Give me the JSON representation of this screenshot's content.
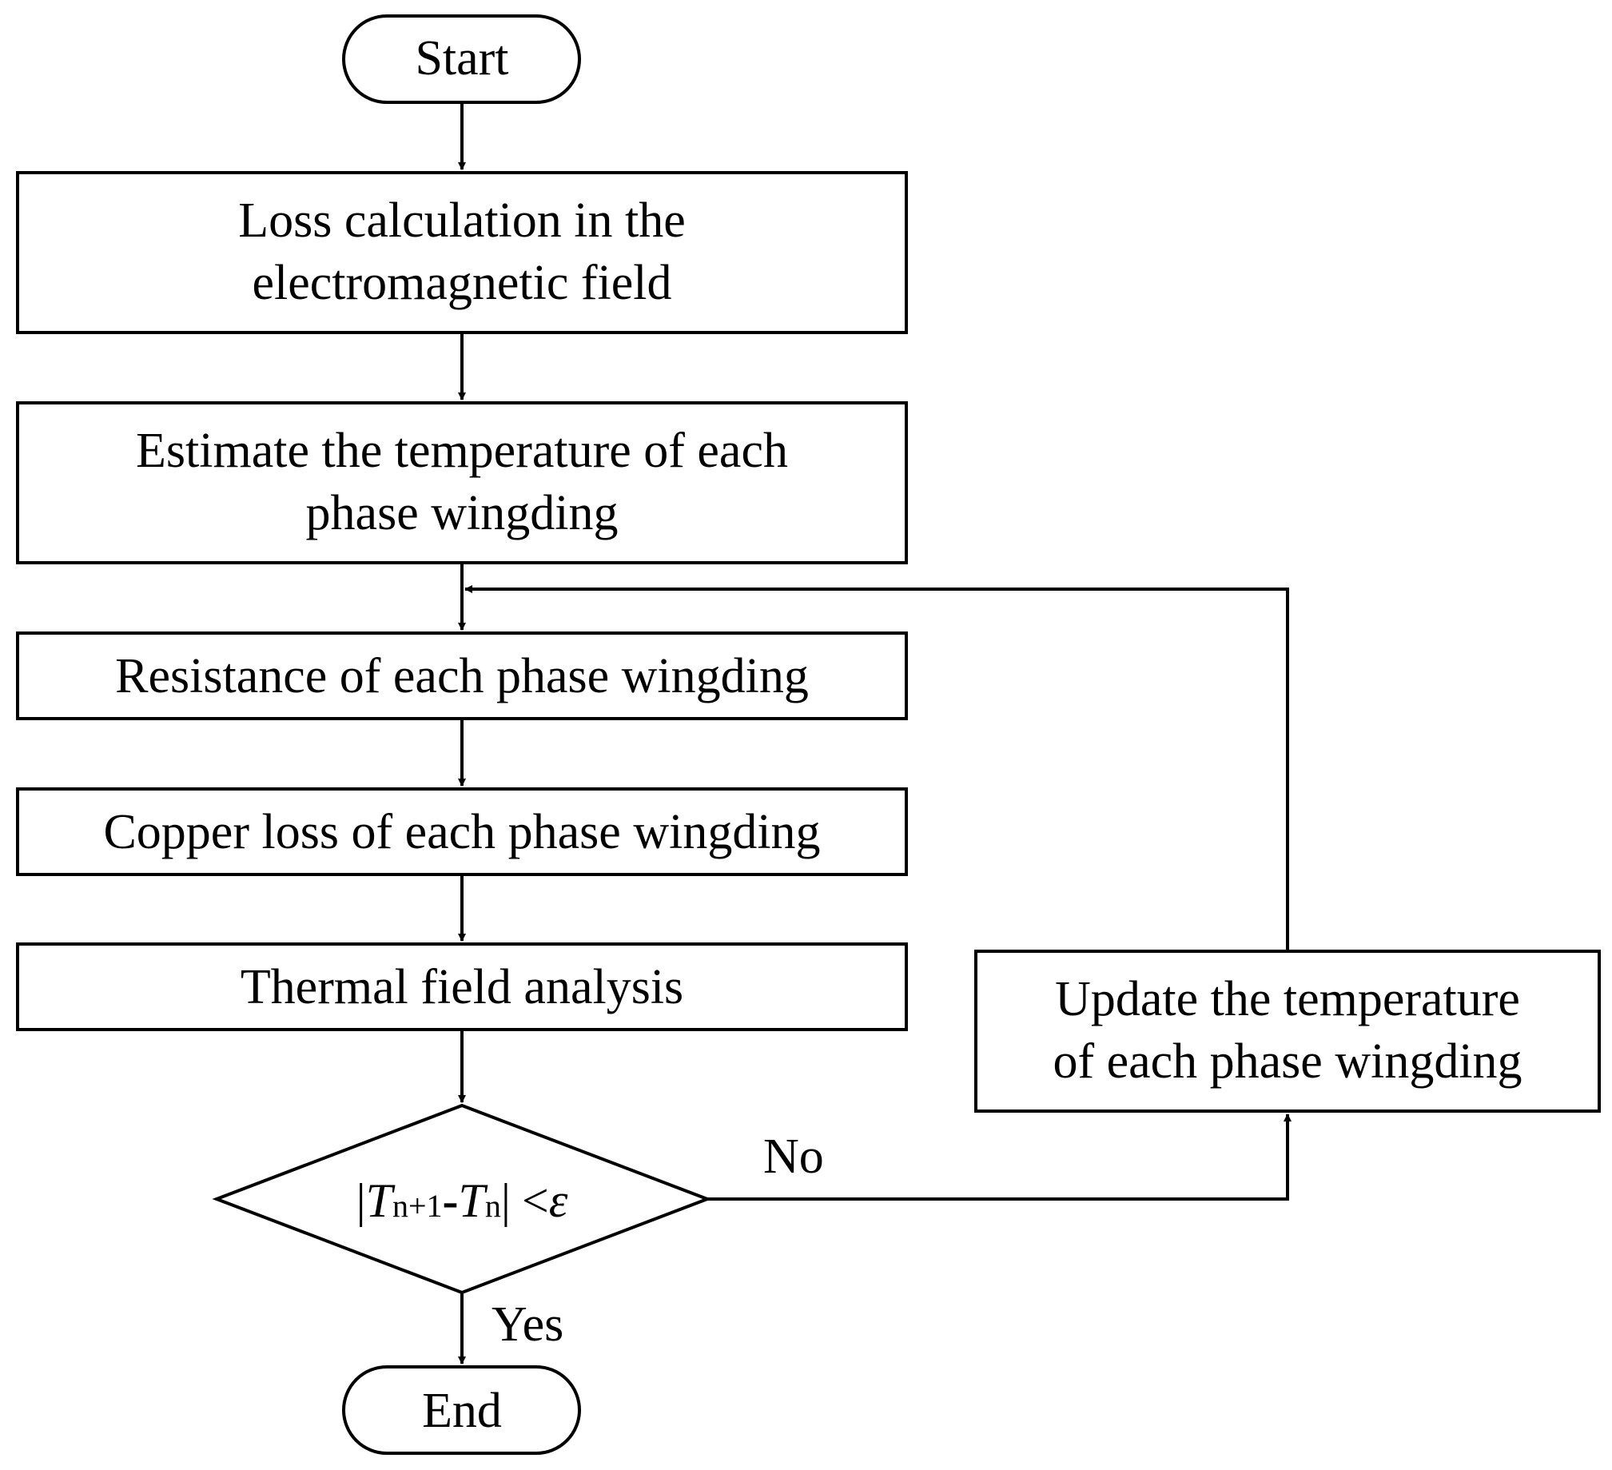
{
  "nodes": {
    "start": "Start",
    "loss_calc": [
      "Loss calculation in the",
      "electromagnetic field"
    ],
    "estimate": [
      "Estimate the temperature of each",
      "phase wingding"
    ],
    "resistance": "Resistance of each phase wingding",
    "copper": "Copper loss of each phase wingding",
    "thermal": "Thermal field analysis",
    "update": [
      "Update the temperature",
      "of each phase wingding"
    ],
    "end": "End"
  },
  "decision": {
    "bar_left": "|",
    "t1": "T",
    "t1_sub": "n+1",
    "minus": "-",
    "t2": "T",
    "t2_sub": "n",
    "bar_right": "|",
    "lt": "<",
    "eps": "ε"
  },
  "edge_labels": {
    "no": "No",
    "yes": "Yes"
  }
}
